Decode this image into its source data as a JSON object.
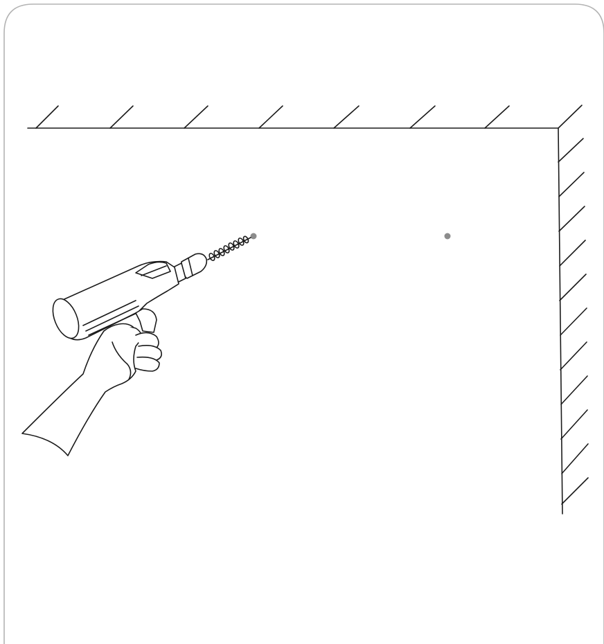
{
  "illustration": {
    "subject": "drilling-holes-in-wall",
    "elements": [
      "ceiling",
      "wall",
      "drill",
      "hand",
      "drill-hole-mark"
    ],
    "colors": {
      "stroke": "#1a1a1a",
      "frame": "#b3b3b3",
      "mark": "#8c8c8c",
      "background": "#ffffff"
    },
    "drill_hole_mark_count": 2
  }
}
